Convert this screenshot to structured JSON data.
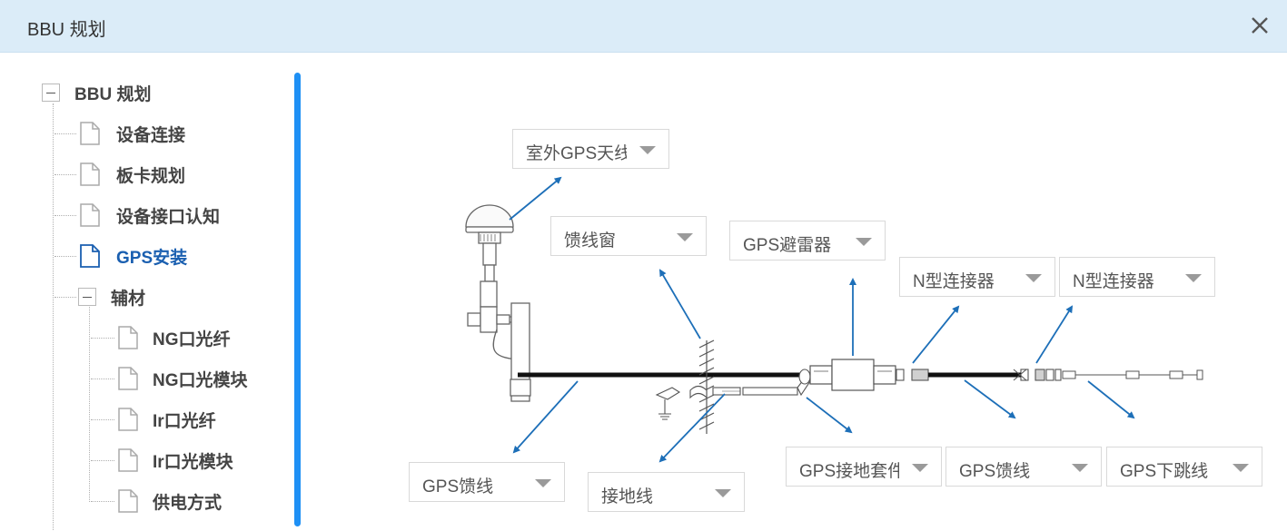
{
  "dialog": {
    "title": "BBU 规划"
  },
  "tree": {
    "root": {
      "label": "BBU 规划"
    },
    "items": [
      {
        "label": "设备连接"
      },
      {
        "label": "板卡规划"
      },
      {
        "label": "设备接口认知"
      },
      {
        "label": "GPS安装",
        "active": true
      },
      {
        "label": "辅材"
      }
    ],
    "sub_items": [
      {
        "label": "NG口光纤"
      },
      {
        "label": "NG口光模块"
      },
      {
        "label": "Ir口光纤"
      },
      {
        "label": "Ir口光模块"
      },
      {
        "label": "供电方式"
      }
    ]
  },
  "dropdowns": {
    "outdoor_antenna": "室外GPS天线",
    "feeder_window": "馈线窗",
    "arrester": "GPS避雷器",
    "n_connector_1": "N型连接器",
    "n_connector_2": "N型连接器",
    "feeder_left": "GPS馈线",
    "ground_wire": "接地线",
    "grounding_kit": "GPS接地套件",
    "feeder_right": "GPS馈线",
    "jumper": "GPS下跳线"
  },
  "colors": {
    "accent": "#1e90f5",
    "arrow": "#1d6fb8",
    "header_bg": "#dbecf8",
    "active_text": "#1a5fb0"
  }
}
